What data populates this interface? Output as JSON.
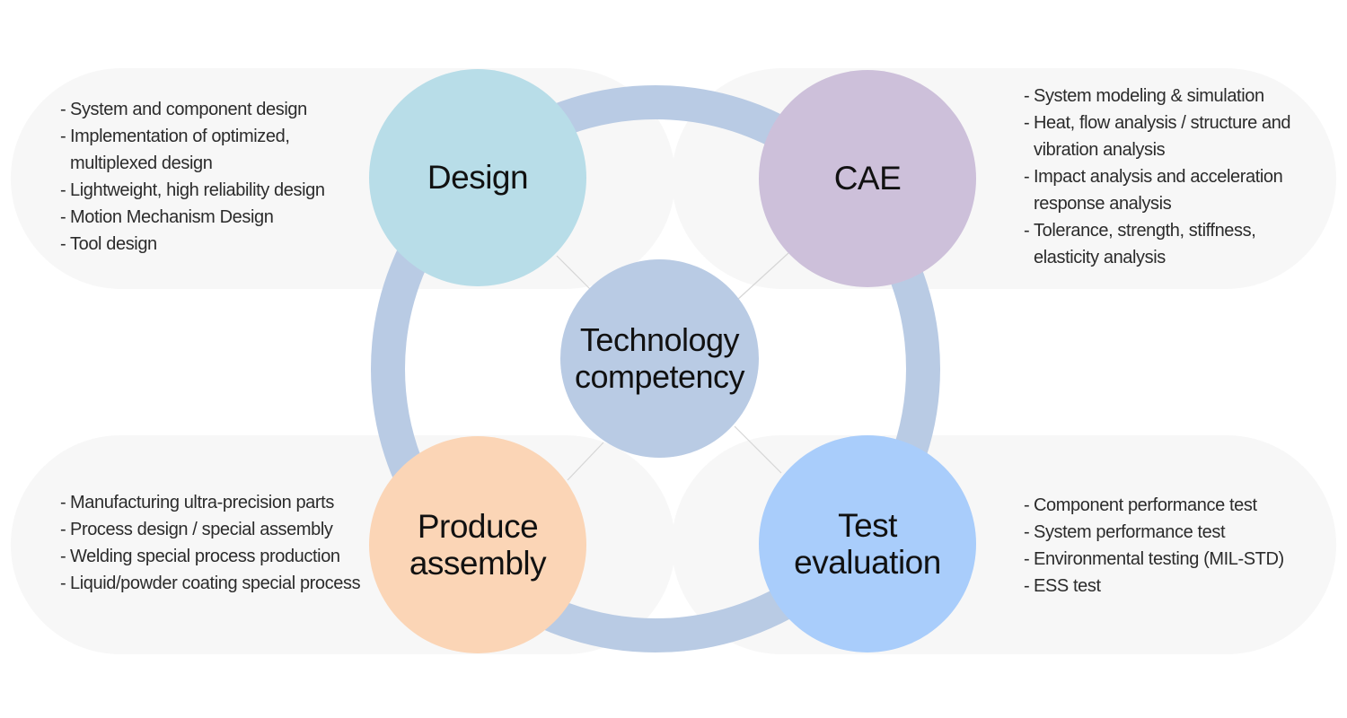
{
  "center": {
    "label": "Technology\ncompetency",
    "color": "#b9cbe4"
  },
  "ring_color": "#b9cbe4",
  "connector_color": "#d6d6d6",
  "panel_color": "#f7f7f7",
  "nodes": [
    {
      "id": "design",
      "label": "Design",
      "color": "#b8dde8",
      "items": [
        "System and component design",
        "Implementation of optimized,\nmultiplexed design",
        "Lightweight, high reliability design",
        "Motion Mechanism Design",
        "Tool design"
      ]
    },
    {
      "id": "cae",
      "label": "CAE",
      "color": "#cdc0da",
      "items": [
        "System modeling & simulation",
        "Heat, flow analysis / structure and\nvibration analysis",
        "Impact analysis and acceleration\nresponse analysis",
        "Tolerance, strength, stiffness,\nelasticity analysis"
      ]
    },
    {
      "id": "produce",
      "label": "Produce\nassembly",
      "color": "#fbd5b6",
      "items": [
        "Manufacturing ultra-precision parts",
        "Process design / special assembly",
        "Welding special process production",
        "Liquid/powder coating special process"
      ]
    },
    {
      "id": "test",
      "label": "Test\nevaluation",
      "color": "#a9cdfb",
      "items": [
        "Component performance test",
        "System performance test",
        "Environmental testing (MIL-STD)",
        "ESS test"
      ]
    }
  ]
}
